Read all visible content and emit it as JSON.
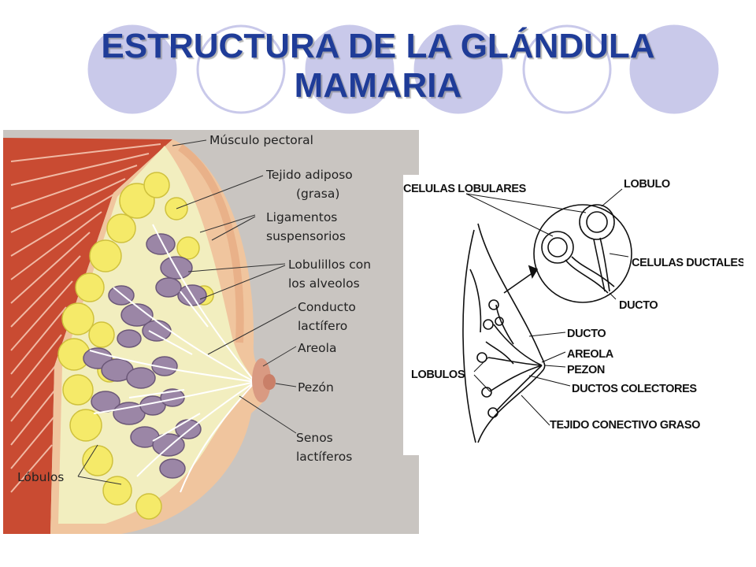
{
  "slide": {
    "title_line1": "ESTRUCTURA DE LA GLÁNDULA",
    "title_line2": "MAMARIA",
    "accent_color": "#1f3c98",
    "circle_fill": "#c9c9ea"
  },
  "diagram_left": {
    "labels": {
      "musculo": "Músculo pectoral",
      "tejido1": "Tejido adiposo",
      "tejido2": "(grasa)",
      "ligamentos1": "Ligamentos",
      "ligamentos2": "suspensorios",
      "lobulillos1": "Lobulillos con",
      "lobulillos2": "los alveolos",
      "conducto1": "Conducto",
      "conducto2": "lactífero",
      "areola": "Areola",
      "pezon": "Pezón",
      "senos1": "Senos",
      "senos2": "lactíferos",
      "lobulos": "Lóbulos"
    }
  },
  "diagram_right": {
    "labels": {
      "celulas_lobulares": "CELULAS LOBULARES",
      "lobulo": "LOBULO",
      "celulas_ductales": "CELULAS DUCTALES",
      "ducto_top": "DUCTO",
      "ducto": "DUCTO",
      "areola": "AREOLA",
      "pezon": "PEZON",
      "ductos_colectores": "DUCTOS COLECTORES",
      "lobulos": "LOBULOS",
      "tejido_conectivo": "TEJIDO CONECTIVO GRASO"
    }
  }
}
